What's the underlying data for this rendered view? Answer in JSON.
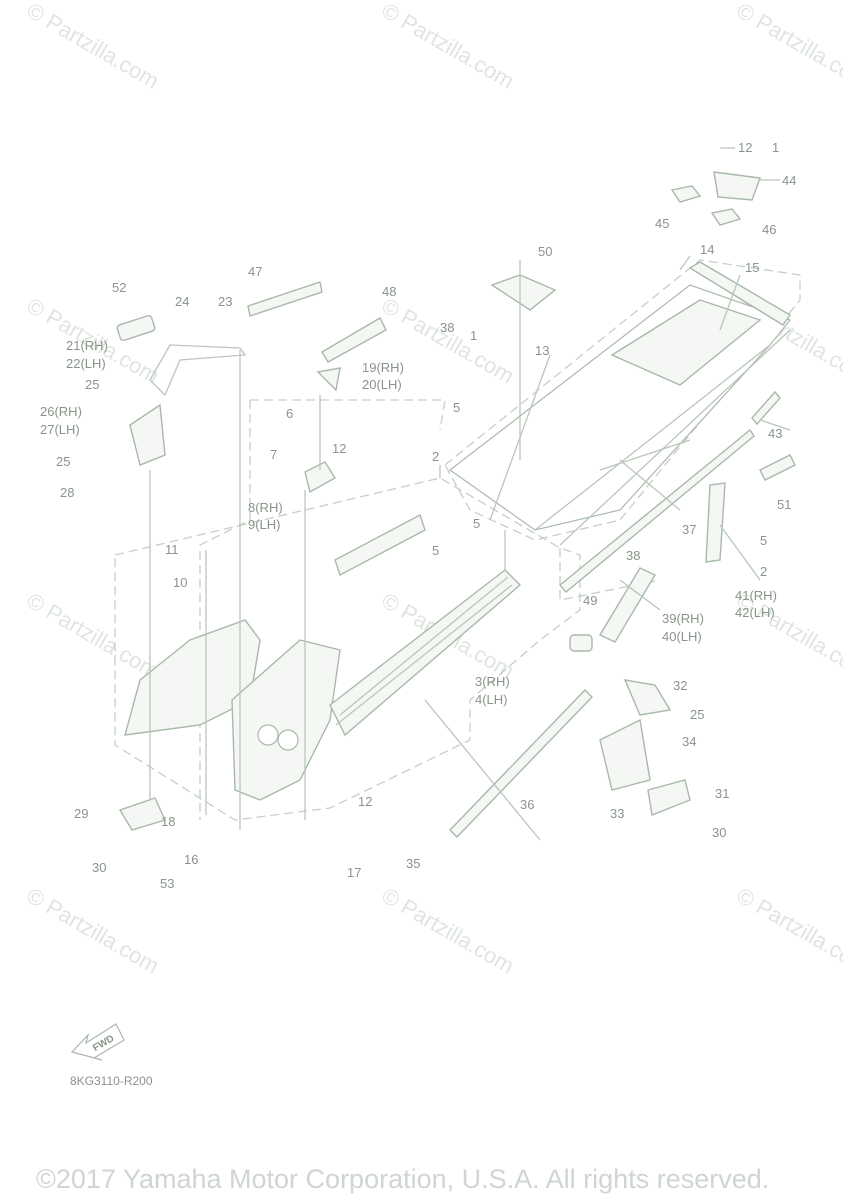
{
  "diagram": {
    "code": "8KG3110-R200",
    "fwd_label": "FWD",
    "copyright": "©2017 Yamaha Motor Corporation, U.S.A. All rights reserved.",
    "watermark_text": "© Partzilla.com",
    "callouts": {
      "c1": "1",
      "c1b": "1",
      "c12a": "12",
      "c12b": "12",
      "c12c": "12",
      "c44": "44",
      "c45": "45",
      "c46": "46",
      "c14": "14",
      "c15": "15",
      "c50": "50",
      "c47": "47",
      "c52": "52",
      "c24": "24",
      "c23": "23",
      "c48": "48",
      "c38a": "38",
      "c38b": "38",
      "c21": "21(RH)",
      "c22": "22(LH)",
      "c25a": "25",
      "c25b": "25",
      "c25c": "25",
      "c26": "26(RH)",
      "c27": "27(LH)",
      "c28": "28",
      "c19": "19(RH)",
      "c20": "20(LH)",
      "c13": "13",
      "c5a": "5",
      "c5b": "5",
      "c5c": "5",
      "c5d": "5",
      "c6": "6",
      "c7": "7",
      "c8": "8(RH)",
      "c9": "9(LH)",
      "c2a": "2",
      "c2b": "2",
      "c43": "43",
      "c51": "51",
      "c37": "37",
      "c11": "11",
      "c10": "10",
      "c39": "39(RH)",
      "c40": "40(LH)",
      "c41": "41(RH)",
      "c42": "42(LH)",
      "c49": "49",
      "c3": "3(RH)",
      "c4": "4(LH)",
      "c32": "32",
      "c34": "34",
      "c31": "31",
      "c33": "33",
      "c30a": "30",
      "c30b": "30",
      "c36": "36",
      "c29": "29",
      "c18": "18",
      "c16": "16",
      "c53": "53",
      "c17": "17",
      "c35": "35"
    }
  }
}
